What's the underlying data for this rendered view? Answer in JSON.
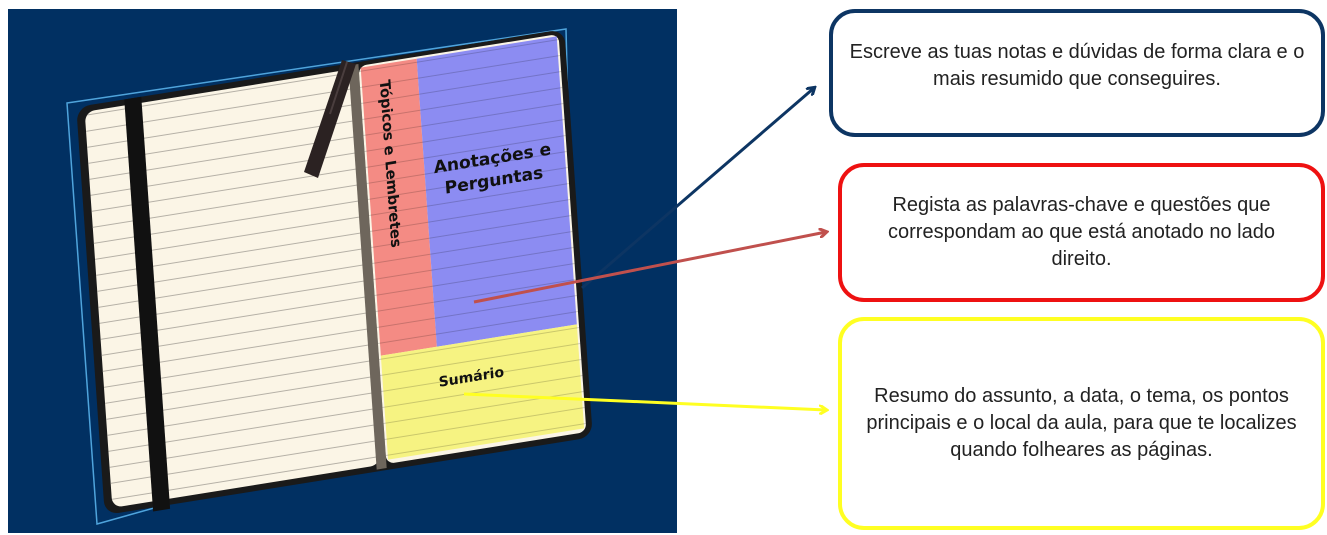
{
  "notebook": {
    "topics_label": "Tópicos e Lembretes",
    "notes_label_line1": "Anotações e",
    "notes_label_line2": "Perguntas",
    "summary_label": "Sumário",
    "colors": {
      "background_panel": "#013062",
      "page": "#fbf5e6",
      "topics_column": "#f48b84",
      "notes_column": "#8c8cf2",
      "summary_band": "#f6f382",
      "elastic_band": "#111111"
    }
  },
  "callouts": {
    "notes": "Escreve as tuas notas e dúvidas de forma clara e o mais resumido que conseguires.",
    "keywords": "Regista as palavras-chave e questões que correspondam ao que está anotado no lado direito.",
    "summary": "Resumo do assunto, a data, o tema, os pontos principais e o local da aula, para que te localizes quando folheares as páginas."
  },
  "arrows": {
    "notes_color": "#0d3563",
    "keywords_color": "#c0504d",
    "summary_color": "#ffff22"
  }
}
